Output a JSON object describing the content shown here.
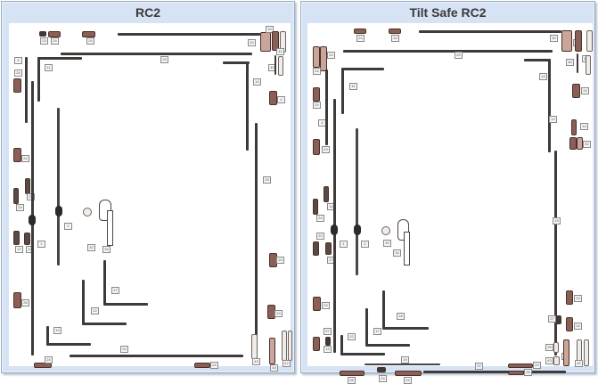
{
  "panels": [
    {
      "title": "RC2",
      "labels": [
        "23",
        "24",
        "24",
        "10",
        "20",
        "33",
        "29",
        "14",
        "40",
        "41",
        "4",
        "11",
        "24",
        "24",
        "22",
        "1",
        "2",
        "32",
        "34",
        "25",
        "19",
        "12",
        "17",
        "16",
        "24",
        "26",
        "24",
        "24",
        "22",
        "43",
        "44",
        "42",
        "28",
        "30"
      ]
    },
    {
      "title": "Tilt Safe RC2",
      "labels": [
        "24",
        "24",
        "30",
        "33",
        "20",
        "14",
        "11",
        "24",
        "24",
        "4",
        "24",
        "23",
        "1",
        "2",
        "32",
        "34",
        "25",
        "22",
        "17",
        "16",
        "24",
        "27",
        "14",
        "22",
        "19",
        "26",
        "24",
        "24",
        "24",
        "43",
        "44",
        "42",
        "28",
        "30",
        "40",
        "41",
        "32",
        "29"
      ]
    }
  ],
  "colors": {
    "panel_bg": "#d6e3f5",
    "canvas_bg": "#ffffff",
    "rod": "#3e3a38",
    "part": "#8a5f55",
    "part_light": "#c9a59a",
    "label_border": "#8a8a8a"
  }
}
